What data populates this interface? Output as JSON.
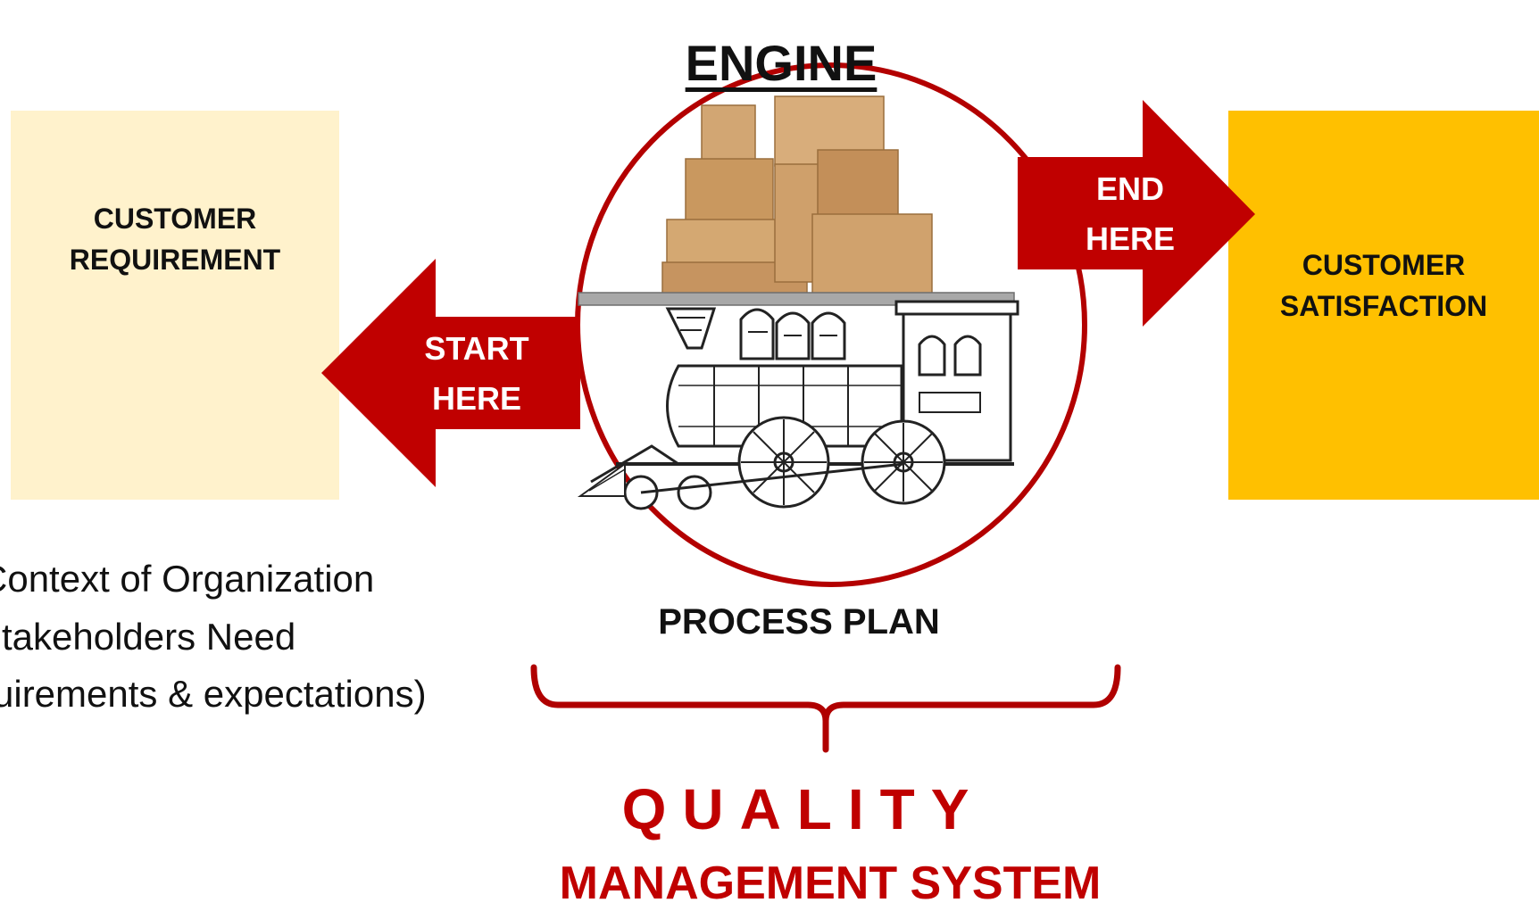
{
  "engine_title": "ENGINE",
  "left_box": {
    "lines": [
      "CUSTOMER",
      "REQUIREMENT"
    ],
    "color": "#fff2cc"
  },
  "right_box": {
    "lines": [
      "CUSTOMER",
      "SATISFACTION"
    ],
    "color": "#ffc000"
  },
  "start_arrow": {
    "lines": [
      "START",
      "HERE"
    ],
    "color": "#c00000"
  },
  "end_arrow": {
    "lines": [
      "END",
      "HERE"
    ],
    "color": "#c00000"
  },
  "context_list": [
    "Context of Organization",
    "takeholders Need",
    "uirements & expectations)"
  ],
  "process_plan": "PROCESS PLAN",
  "quality_title": "QUALITY",
  "qms_subtitle": "MANAGEMENT SYSTEM",
  "circle_color": "#b30000",
  "icons": [
    "cardboard-boxes-icon",
    "steam-locomotive-icon"
  ]
}
